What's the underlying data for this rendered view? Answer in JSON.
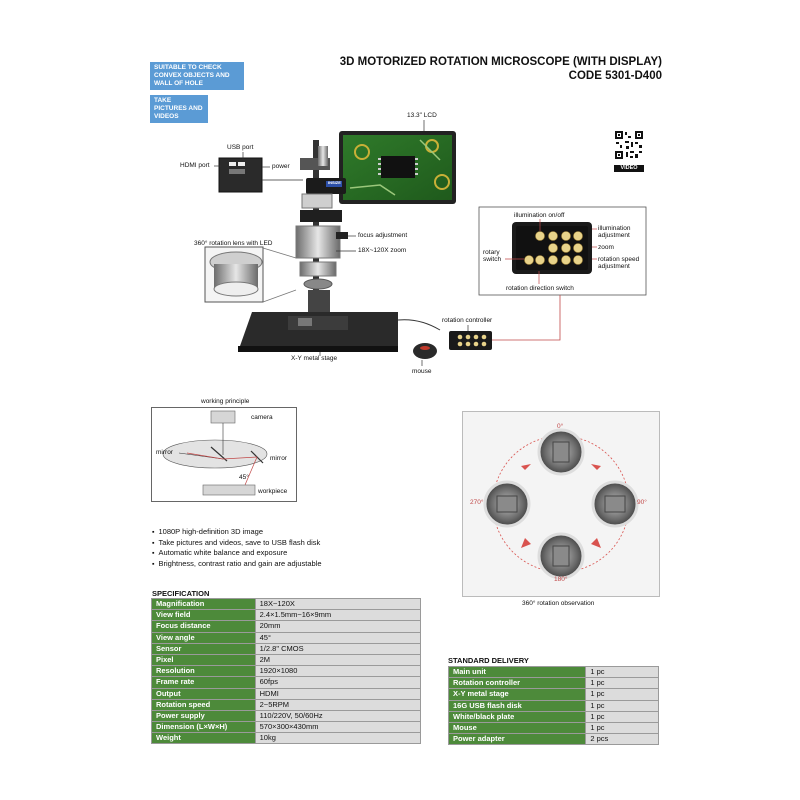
{
  "tags": [
    "SUITABLE TO CHECK CONVEX OBJECTS AND WALL OF HOLE",
    "TAKE PICTURES AND VIDEOS"
  ],
  "header": {
    "title": "3D MOTORIZED ROTATION MICROSCOPE (WITH DISPLAY)",
    "code": "CODE 5301-D400"
  },
  "qr": {
    "label": "VIDEO"
  },
  "product_labels": {
    "lcd": "13.3\" LCD",
    "usb_port": "USB port",
    "hdmi_port": "HDMI port",
    "power": "power",
    "focus": "focus adjustment",
    "zoom": "18X~120X zoom",
    "rotation_lens": "360° rotation lens with LED",
    "stage": "X-Y metal stage",
    "controller": "rotation controller",
    "mouse": "mouse",
    "brand": "INSIZE"
  },
  "controller_labels": {
    "illum_onoff": "illumination on/off",
    "illum_adj": "illumination adjustment",
    "zoom": "zoom",
    "rotary": "rotary switch",
    "rot_speed": "rotation speed adjustment",
    "rot_dir": "rotation direction switch"
  },
  "principle": {
    "title": "working principle",
    "camera": "camera",
    "mirror_left": "mirror",
    "mirror_right": "mirror",
    "angle": "45°",
    "workpiece": "workpiece"
  },
  "rotation": {
    "deg0": "0°",
    "deg90": "90°",
    "deg180": "180°",
    "deg270": "270°",
    "caption": "360° rotation observation"
  },
  "features": [
    "1080P high-definition 3D image",
    "Take pictures and videos, save to USB flash disk",
    "Automatic white balance and exposure",
    "Brightness, contrast ratio and gain are adjustable"
  ],
  "specification": {
    "title": "SPECIFICATION",
    "rows": [
      [
        "Magnification",
        "18X~120X"
      ],
      [
        "View field",
        "2.4×1.5mm~16×9mm"
      ],
      [
        "Focus distance",
        "20mm"
      ],
      [
        "View angle",
        "45°"
      ],
      [
        "Sensor",
        "1/2.8\" CMOS"
      ],
      [
        "Pixel",
        "2M"
      ],
      [
        "Resolution",
        "1920×1080"
      ],
      [
        "Frame rate",
        "60fps"
      ],
      [
        "Output",
        "HDMI"
      ],
      [
        "Rotation speed",
        "2~5RPM"
      ],
      [
        "Power supply",
        "110/220V, 50/60Hz"
      ],
      [
        "Dimension (L×W×H)",
        "570×300×430mm"
      ],
      [
        "Weight",
        "10kg"
      ]
    ]
  },
  "delivery": {
    "title": "STANDARD DELIVERY",
    "rows": [
      [
        "Main unit",
        "1 pc"
      ],
      [
        "Rotation controller",
        "1 pc"
      ],
      [
        "X-Y metal stage",
        "1 pc"
      ],
      [
        "16G USB flash disk",
        "1 pc"
      ],
      [
        "White/black plate",
        "1 pc"
      ],
      [
        "Mouse",
        "1 pc"
      ],
      [
        "Power adapter",
        "2 pcs"
      ]
    ]
  },
  "colors": {
    "tag": "#5b9bd5",
    "key_cell": "#4d8a3a",
    "value_cell": "#dcdcdc",
    "arrow": "#d9534f"
  }
}
